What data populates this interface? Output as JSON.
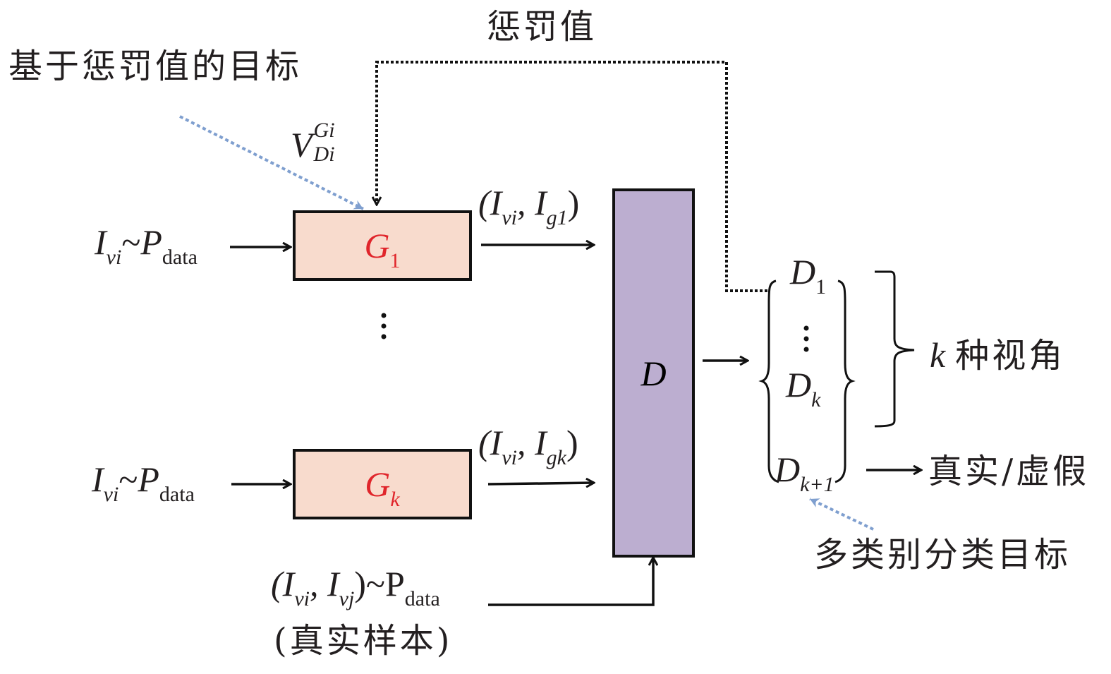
{
  "labels": {
    "penalty_top": "惩罚值",
    "penalty_goal": "基于惩罚值的目标",
    "v_main": "V",
    "v_sup": "Gi",
    "v_sub": "Di",
    "input1_I": "I",
    "input1_sub": "vi",
    "input1_tilde": "~",
    "input1_P": "P",
    "input1_data": "data",
    "input2_I": "I",
    "input2_sub": "vi",
    "input2_tilde": "~",
    "input2_P": "P",
    "input2_data": "data",
    "pair1_open": "(I",
    "pair1_sub1": "vi",
    "pair1_mid": ", I",
    "pair1_sub2": "g1",
    "pair1_close": ")",
    "pairk_open": "(I",
    "pairk_sub1": "vi",
    "pairk_mid": ", I",
    "pairk_sub2": "gk",
    "pairk_close": ")",
    "real_open": "(I",
    "real_sub1": "vi",
    "real_mid": ", I",
    "real_sub2": "vj",
    "real_close": ")~P",
    "real_data": "data",
    "real_samples": "(真实样本)",
    "vdots": "⋮",
    "k_var": "k",
    "k_views": "种视角",
    "real_fake": "真实/虚假",
    "multiclass_goal": "多类别分类目标"
  },
  "blocks": {
    "g1_main": "G",
    "g1_sub": "1",
    "gk_main": "G",
    "gk_sub": "k",
    "d_main": "D"
  },
  "outputs": {
    "d1_main": "D",
    "d1_sub": "1",
    "dk_main": "D",
    "dk_sub": "k",
    "dk1_main": "D",
    "dk1_sub": "k+1"
  },
  "colors": {
    "generator_fill": "#f8dbcd",
    "discriminator_fill": "#bcaed0",
    "generator_label": "#e0252b",
    "annotation_arrow": "#7f9fcf",
    "line": "#111111"
  }
}
